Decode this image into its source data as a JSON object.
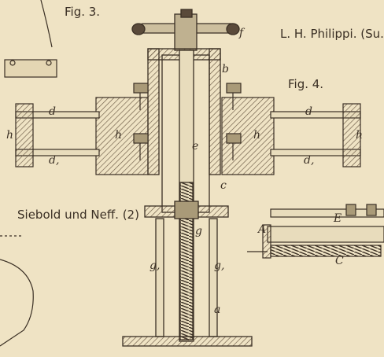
{
  "plate": {
    "fig3_title": "Fig. 3.",
    "fig4_title": "Fig. 4.",
    "author_top": "L. H. Philippi. (Su.",
    "author_left": "Siebold und Neff. (2)"
  },
  "labels": {
    "f": "f",
    "b": "b",
    "c": "c",
    "e": "e",
    "g": "g",
    "g1_left": "g,",
    "g1_right": "g,",
    "a": "a",
    "d_left": "d",
    "d_right": "d",
    "d1_left": "d,",
    "d1_right": "d,",
    "h_far_left": "h",
    "h_inner_left": "h",
    "h_inner_right": "h",
    "h_far_right": "h",
    "A": "A",
    "E": "E",
    "C": "C"
  },
  "colors": {
    "paper": "#efe3c4",
    "ink": "#3a2f24",
    "hatch": "#6b5a45"
  }
}
